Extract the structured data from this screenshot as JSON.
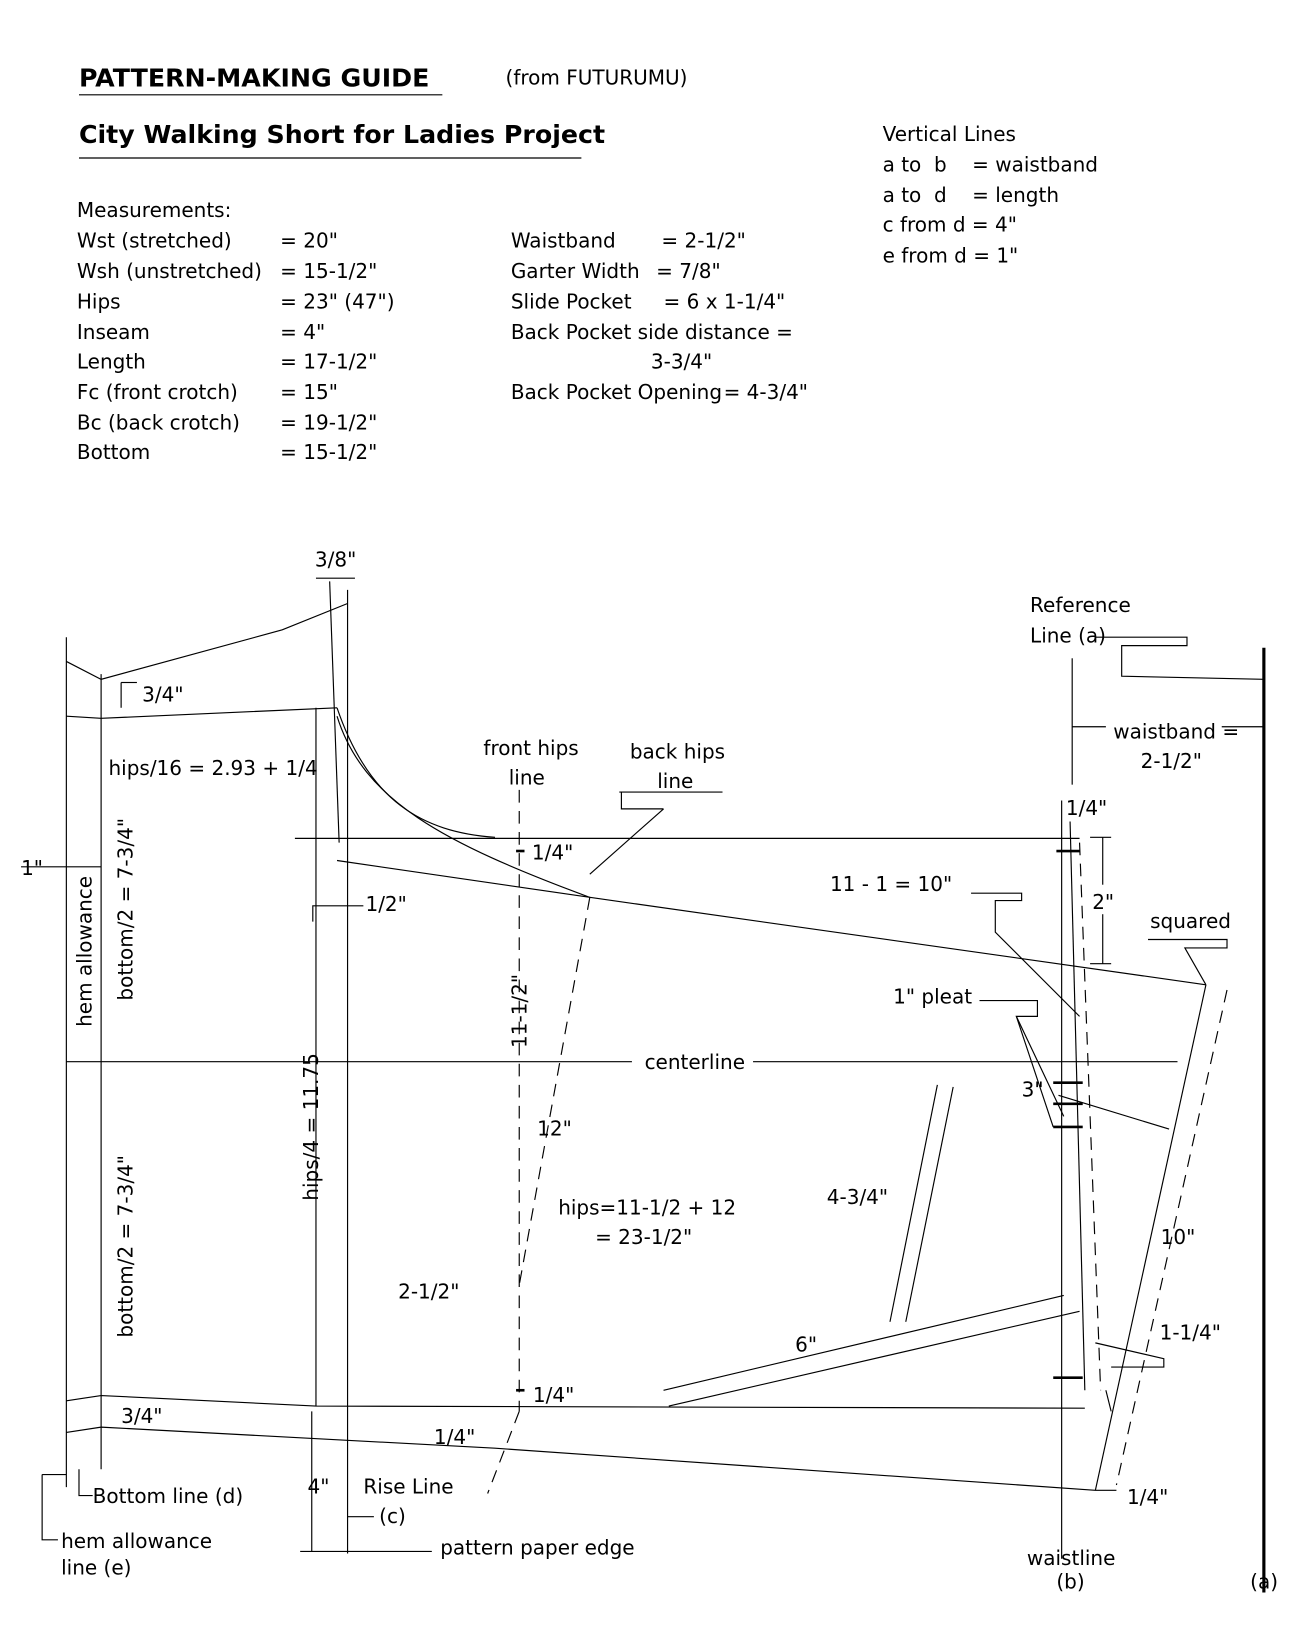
{
  "header": {
    "title": "PATTERN-MAKING GUIDE",
    "source": "(from FUTURUMU)",
    "project": "City Walking Short for Ladies Project"
  },
  "measurements": {
    "heading": "Measurements:",
    "left": [
      {
        "label": "Wst (stretched)",
        "value": "= 20\""
      },
      {
        "label": "Wsh (unstretched)",
        "value": "= 15-1/2\""
      },
      {
        "label": "Hips",
        "value": "= 23\" (47\")"
      },
      {
        "label": "Inseam",
        "value": "= 4\""
      },
      {
        "label": "Length",
        "value": "= 17-1/2\""
      },
      {
        "label": "Fc (front crotch)",
        "value": "= 15\""
      },
      {
        "label": "Bc (back crotch)",
        "value": "= 19-1/2\""
      },
      {
        "label": "Bottom",
        "value": "= 15-1/2\""
      }
    ],
    "right": [
      {
        "label": "Waistband",
        "value": "= 2-1/2\""
      },
      {
        "label": "Garter Width",
        "value": "= 7/8\""
      },
      {
        "label": "Slide Pocket",
        "value": "= 6 x 1-1/4\""
      },
      {
        "label": "Back Pocket side distance =",
        "value": ""
      },
      {
        "label": "",
        "value": "3-3/4\""
      },
      {
        "label": "Back Pocket Opening",
        "value": "= 4-3/4\""
      }
    ]
  },
  "vertical_lines": {
    "heading": "Vertical Lines",
    "items": [
      "a to  b    = waistband",
      "a to  d    = length",
      "c from d = 4\"",
      "e from d = 1\""
    ]
  },
  "labels": {
    "three_eighths": "3/8\"",
    "reference_line_1": "Reference",
    "reference_line_2": "Line (a)",
    "three_quarter_top": "3/4\"",
    "hips16": "hips/16 = 2.93 + 1/4",
    "front_hips_1": "front hips",
    "front_hips_2": "line",
    "back_hips_1": "back hips",
    "back_hips_2": "line",
    "waistband_1": "waistband =",
    "waistband_2": "2-1/2\"",
    "quarter_top_right": "1/4\"",
    "quarter_front": "1/4\"",
    "one_inch": "1\"",
    "half": "1/2\"",
    "eleven_minus_one": "11 - 1 = 10\"",
    "two_inch": "2\"",
    "squared": "squared",
    "hem_allowance": "hem allowance",
    "bottom_half_top": "bottom/2 = 7-3/4\"",
    "eleven_half": "11-1/2\"",
    "one_pleat": "1\" pleat",
    "centerline": "centerline",
    "three_inch": "3\"",
    "twelve": "12\"",
    "hips4": "hips/4 = 11.75",
    "bottom_half_bottom": "bottom/2 = 7-3/4\"",
    "four_three_quarter": "4-3/4\"",
    "hips_sum_1": "hips=11-1/2 + 12",
    "hips_sum_2": "= 23-1/2\"",
    "ten": "10\"",
    "two_half": "2-1/2\"",
    "six": "6\"",
    "one_quarter_one": "1-1/4\"",
    "quarter_rise": "1/4\"",
    "three_quarter_bottom": "3/4\"",
    "quarter_hem": "1/4\"",
    "four": "4\"",
    "rise_line": "Rise Line",
    "c_label": "(c)",
    "bottom_line": "Bottom line (d)",
    "hem_line_1": "hem allowance",
    "hem_line_2": "line (e)",
    "pattern_edge": "pattern paper edge",
    "waistline_1": "waistline",
    "waistline_2": "(b)",
    "quarter_waist": "1/4\"",
    "a_label": "(a)"
  }
}
